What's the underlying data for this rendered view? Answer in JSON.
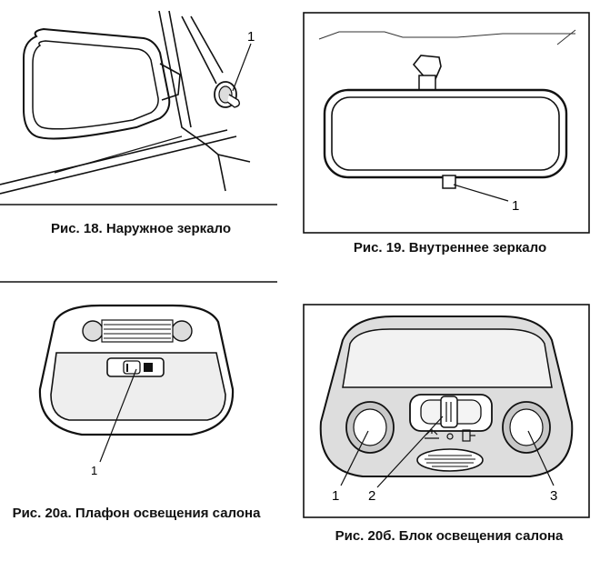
{
  "figures": [
    {
      "caption": "Рис. 18. Наружное зеркало",
      "callouts": [
        "1"
      ]
    },
    {
      "caption": "Рис. 19. Внутреннее зеркало",
      "callouts": [
        "1"
      ]
    },
    {
      "caption": "Рис. 20а. Плафон освещения салона",
      "callouts": [
        "1"
      ]
    },
    {
      "caption": "Рис. 20б. Блок освещения салона",
      "callouts": [
        "1",
        "2",
        "3"
      ]
    }
  ]
}
